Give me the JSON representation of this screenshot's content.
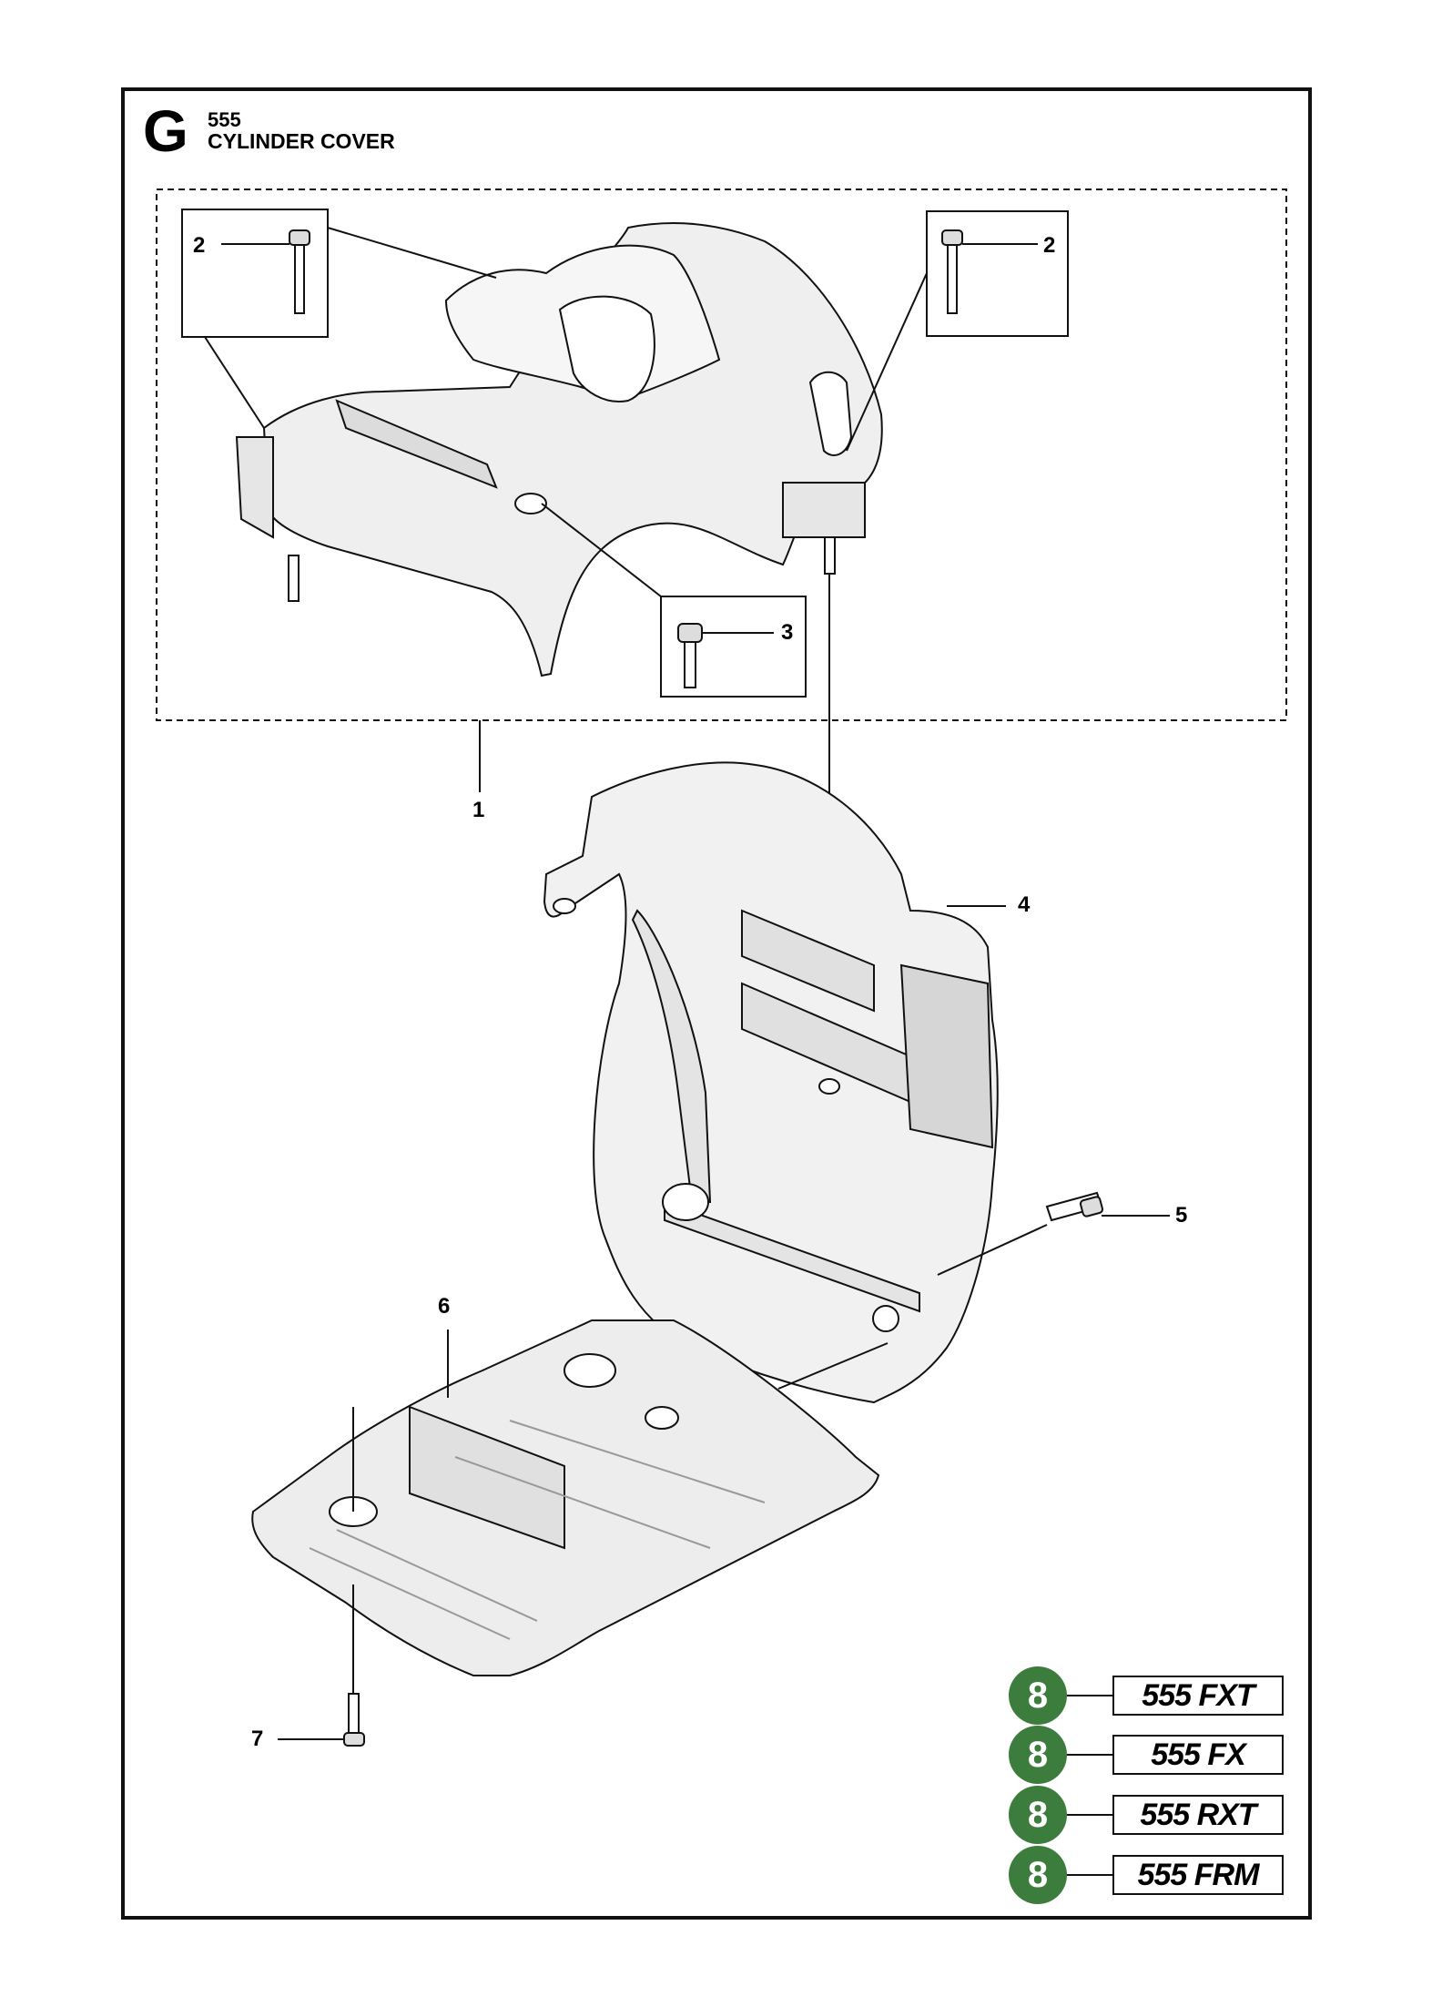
{
  "header": {
    "section_letter": "G",
    "model_code": "555",
    "title": "CYLINDER COVER"
  },
  "callouts": [
    {
      "id": "c1",
      "label": "1"
    },
    {
      "id": "c2a",
      "label": "2"
    },
    {
      "id": "c2b",
      "label": "2"
    },
    {
      "id": "c3",
      "label": "3"
    },
    {
      "id": "c4",
      "label": "4"
    },
    {
      "id": "c5",
      "label": "5"
    },
    {
      "id": "c6",
      "label": "6"
    },
    {
      "id": "c7",
      "label": "7"
    }
  ],
  "badges": [
    {
      "page": "8",
      "model": "555 FXT"
    },
    {
      "page": "8",
      "model": "555 FX"
    },
    {
      "page": "8",
      "model": "555 RXT"
    },
    {
      "page": "8",
      "model": "555 FRM"
    }
  ],
  "colors": {
    "badge_green": "#3c7d3d",
    "line": "#111111",
    "part_fill": "#e2e2e2"
  }
}
